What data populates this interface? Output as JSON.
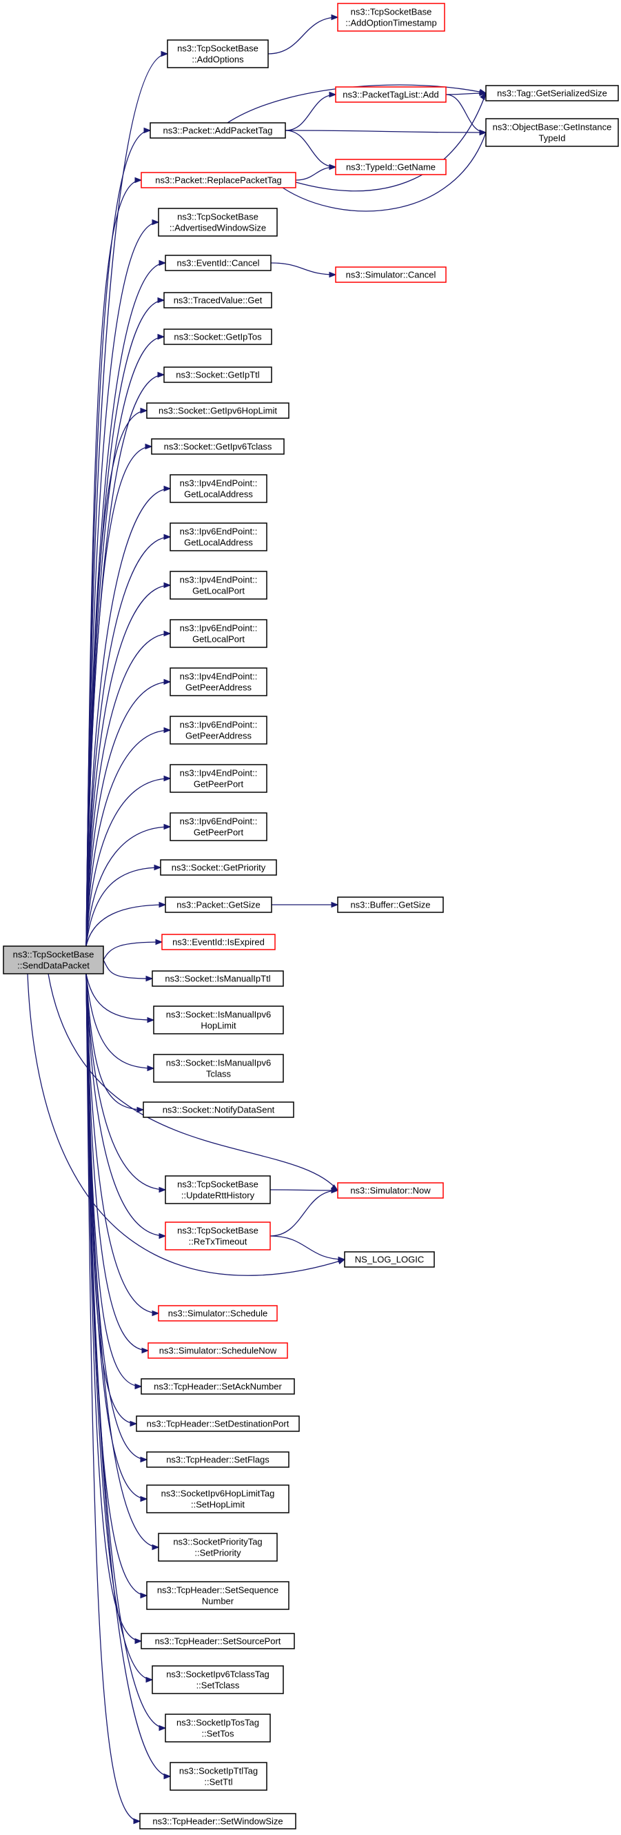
{
  "graph": {
    "root": {
      "id": "root",
      "lines": [
        "ns3::TcpSocketBase",
        "::SendDataPacket"
      ],
      "style": "root"
    },
    "nodes": [
      {
        "id": "AddOptions",
        "lines": [
          "ns3::TcpSocketBase",
          "::AddOptions"
        ],
        "style": "black"
      },
      {
        "id": "AddOptionTimestamp",
        "lines": [
          "ns3::TcpSocketBase",
          "::AddOptionTimestamp"
        ],
        "style": "red"
      },
      {
        "id": "AddPacketTag",
        "lines": [
          "ns3::Packet::AddPacketTag"
        ],
        "style": "black"
      },
      {
        "id": "PacketTagListAdd",
        "lines": [
          "ns3::PacketTagList::Add"
        ],
        "style": "red"
      },
      {
        "id": "TagGetSerializedSize",
        "lines": [
          "ns3::Tag::GetSerializedSize"
        ],
        "style": "black"
      },
      {
        "id": "ObjectBaseGetInstanceTypeId",
        "lines": [
          "ns3::ObjectBase::GetInstance",
          "TypeId"
        ],
        "style": "black"
      },
      {
        "id": "TypeIdGetName",
        "lines": [
          "ns3::TypeId::GetName"
        ],
        "style": "red"
      },
      {
        "id": "ReplacePacketTag",
        "lines": [
          "ns3::Packet::ReplacePacketTag"
        ],
        "style": "red"
      },
      {
        "id": "AdvertisedWindowSize",
        "lines": [
          "ns3::TcpSocketBase",
          "::AdvertisedWindowSize"
        ],
        "style": "black"
      },
      {
        "id": "EventIdCancel",
        "lines": [
          "ns3::EventId::Cancel"
        ],
        "style": "black"
      },
      {
        "id": "SimulatorCancel",
        "lines": [
          "ns3::Simulator::Cancel"
        ],
        "style": "red"
      },
      {
        "id": "TracedValueGet",
        "lines": [
          "ns3::TracedValue::Get"
        ],
        "style": "black"
      },
      {
        "id": "GetIpTos",
        "lines": [
          "ns3::Socket::GetIpTos"
        ],
        "style": "black"
      },
      {
        "id": "GetIpTtl",
        "lines": [
          "ns3::Socket::GetIpTtl"
        ],
        "style": "black"
      },
      {
        "id": "GetIpv6HopLimit",
        "lines": [
          "ns3::Socket::GetIpv6HopLimit"
        ],
        "style": "black"
      },
      {
        "id": "GetIpv6Tclass",
        "lines": [
          "ns3::Socket::GetIpv6Tclass"
        ],
        "style": "black"
      },
      {
        "id": "Ipv4GetLocalAddress",
        "lines": [
          "ns3::Ipv4EndPoint::",
          "GetLocalAddress"
        ],
        "style": "black"
      },
      {
        "id": "Ipv6GetLocalAddress",
        "lines": [
          "ns3::Ipv6EndPoint::",
          "GetLocalAddress"
        ],
        "style": "black"
      },
      {
        "id": "Ipv4GetLocalPort",
        "lines": [
          "ns3::Ipv4EndPoint::",
          "GetLocalPort"
        ],
        "style": "black"
      },
      {
        "id": "Ipv6GetLocalPort",
        "lines": [
          "ns3::Ipv6EndPoint::",
          "GetLocalPort"
        ],
        "style": "black"
      },
      {
        "id": "Ipv4GetPeerAddress",
        "lines": [
          "ns3::Ipv4EndPoint::",
          "GetPeerAddress"
        ],
        "style": "black"
      },
      {
        "id": "Ipv6GetPeerAddress",
        "lines": [
          "ns3::Ipv6EndPoint::",
          "GetPeerAddress"
        ],
        "style": "black"
      },
      {
        "id": "Ipv4GetPeerPort",
        "lines": [
          "ns3::Ipv4EndPoint::",
          "GetPeerPort"
        ],
        "style": "black"
      },
      {
        "id": "Ipv6GetPeerPort",
        "lines": [
          "ns3::Ipv6EndPoint::",
          "GetPeerPort"
        ],
        "style": "black"
      },
      {
        "id": "GetPriority",
        "lines": [
          "ns3::Socket::GetPriority"
        ],
        "style": "black"
      },
      {
        "id": "PacketGetSize",
        "lines": [
          "ns3::Packet::GetSize"
        ],
        "style": "black"
      },
      {
        "id": "BufferGetSize",
        "lines": [
          "ns3::Buffer::GetSize"
        ],
        "style": "black"
      },
      {
        "id": "IsExpired",
        "lines": [
          "ns3::EventId::IsExpired"
        ],
        "style": "red"
      },
      {
        "id": "IsManualIpTtl",
        "lines": [
          "ns3::Socket::IsManualIpTtl"
        ],
        "style": "black"
      },
      {
        "id": "IsManualIpv6HopLimit",
        "lines": [
          "ns3::Socket::IsManualIpv6",
          "HopLimit"
        ],
        "style": "black"
      },
      {
        "id": "IsManualIpv6Tclass",
        "lines": [
          "ns3::Socket::IsManualIpv6",
          "Tclass"
        ],
        "style": "black"
      },
      {
        "id": "NotifyDataSent",
        "lines": [
          "ns3::Socket::NotifyDataSent"
        ],
        "style": "black"
      },
      {
        "id": "UpdateRttHistory",
        "lines": [
          "ns3::TcpSocketBase",
          "::UpdateRttHistory"
        ],
        "style": "black"
      },
      {
        "id": "SimulatorNow",
        "lines": [
          "ns3::Simulator::Now"
        ],
        "style": "red"
      },
      {
        "id": "ReTxTimeout",
        "lines": [
          "ns3::TcpSocketBase",
          "::ReTxTimeout"
        ],
        "style": "red"
      },
      {
        "id": "NSLOGLOGIC",
        "lines": [
          "NS_LOG_LOGIC"
        ],
        "style": "black"
      },
      {
        "id": "SimulatorSchedule",
        "lines": [
          "ns3::Simulator::Schedule"
        ],
        "style": "red"
      },
      {
        "id": "SimulatorScheduleNow",
        "lines": [
          "ns3::Simulator::ScheduleNow"
        ],
        "style": "red"
      },
      {
        "id": "SetAckNumber",
        "lines": [
          "ns3::TcpHeader::SetAckNumber"
        ],
        "style": "black"
      },
      {
        "id": "SetDestinationPort",
        "lines": [
          "ns3::TcpHeader::SetDestinationPort"
        ],
        "style": "black"
      },
      {
        "id": "SetFlags",
        "lines": [
          "ns3::TcpHeader::SetFlags"
        ],
        "style": "black"
      },
      {
        "id": "SetHopLimit",
        "lines": [
          "ns3::SocketIpv6HopLimitTag",
          "::SetHopLimit"
        ],
        "style": "black"
      },
      {
        "id": "SetPriority",
        "lines": [
          "ns3::SocketPriorityTag",
          "::SetPriority"
        ],
        "style": "black"
      },
      {
        "id": "SetSequenceNumber",
        "lines": [
          "ns3::TcpHeader::SetSequence",
          "Number"
        ],
        "style": "black"
      },
      {
        "id": "SetSourcePort",
        "lines": [
          "ns3::TcpHeader::SetSourcePort"
        ],
        "style": "black"
      },
      {
        "id": "SetTclass",
        "lines": [
          "ns3::SocketIpv6TclassTag",
          "::SetTclass"
        ],
        "style": "black"
      },
      {
        "id": "SetTos",
        "lines": [
          "ns3::SocketIpTosTag",
          "::SetTos"
        ],
        "style": "black"
      },
      {
        "id": "SetTtl",
        "lines": [
          "ns3::SocketIpTtlTag",
          "::SetTtl"
        ],
        "style": "black"
      },
      {
        "id": "SetWindowSize",
        "lines": [
          "ns3::TcpHeader::SetWindowSize"
        ],
        "style": "black"
      }
    ],
    "edges": [
      [
        "root",
        "AddOptions"
      ],
      [
        "AddOptions",
        "AddOptionTimestamp"
      ],
      [
        "root",
        "AddPacketTag"
      ],
      [
        "AddPacketTag",
        "PacketTagListAdd"
      ],
      [
        "AddPacketTag",
        "TagGetSerializedSize"
      ],
      [
        "AddPacketTag",
        "ObjectBaseGetInstanceTypeId"
      ],
      [
        "AddPacketTag",
        "TypeIdGetName"
      ],
      [
        "PacketTagListAdd",
        "TagGetSerializedSize"
      ],
      [
        "PacketTagListAdd",
        "ObjectBaseGetInstanceTypeId"
      ],
      [
        "root",
        "ReplacePacketTag"
      ],
      [
        "ReplacePacketTag",
        "TypeIdGetName"
      ],
      [
        "ReplacePacketTag",
        "TagGetSerializedSize"
      ],
      [
        "ReplacePacketTag",
        "ObjectBaseGetInstanceTypeId"
      ],
      [
        "root",
        "AdvertisedWindowSize"
      ],
      [
        "root",
        "EventIdCancel"
      ],
      [
        "EventIdCancel",
        "SimulatorCancel"
      ],
      [
        "root",
        "TracedValueGet"
      ],
      [
        "root",
        "GetIpTos"
      ],
      [
        "root",
        "GetIpTtl"
      ],
      [
        "root",
        "GetIpv6HopLimit"
      ],
      [
        "root",
        "GetIpv6Tclass"
      ],
      [
        "root",
        "Ipv4GetLocalAddress"
      ],
      [
        "root",
        "Ipv6GetLocalAddress"
      ],
      [
        "root",
        "Ipv4GetLocalPort"
      ],
      [
        "root",
        "Ipv6GetLocalPort"
      ],
      [
        "root",
        "Ipv4GetPeerAddress"
      ],
      [
        "root",
        "Ipv6GetPeerAddress"
      ],
      [
        "root",
        "Ipv4GetPeerPort"
      ],
      [
        "root",
        "Ipv6GetPeerPort"
      ],
      [
        "root",
        "GetPriority"
      ],
      [
        "root",
        "PacketGetSize"
      ],
      [
        "PacketGetSize",
        "BufferGetSize"
      ],
      [
        "root",
        "IsExpired"
      ],
      [
        "root",
        "IsManualIpTtl"
      ],
      [
        "root",
        "IsManualIpv6HopLimit"
      ],
      [
        "root",
        "IsManualIpv6Tclass"
      ],
      [
        "root",
        "NotifyDataSent"
      ],
      [
        "root",
        "SimulatorNow"
      ],
      [
        "root",
        "UpdateRttHistory"
      ],
      [
        "UpdateRttHistory",
        "SimulatorNow"
      ],
      [
        "root",
        "ReTxTimeout"
      ],
      [
        "ReTxTimeout",
        "SimulatorNow"
      ],
      [
        "ReTxTimeout",
        "NSLOGLOGIC"
      ],
      [
        "root",
        "NSLOGLOGIC"
      ],
      [
        "root",
        "SimulatorSchedule"
      ],
      [
        "root",
        "SimulatorScheduleNow"
      ],
      [
        "root",
        "SetAckNumber"
      ],
      [
        "root",
        "SetDestinationPort"
      ],
      [
        "root",
        "SetFlags"
      ],
      [
        "root",
        "SetHopLimit"
      ],
      [
        "root",
        "SetPriority"
      ],
      [
        "root",
        "SetSequenceNumber"
      ],
      [
        "root",
        "SetSourcePort"
      ],
      [
        "root",
        "SetTclass"
      ],
      [
        "root",
        "SetTos"
      ],
      [
        "root",
        "SetTtl"
      ],
      [
        "root",
        "SetWindowSize"
      ]
    ]
  },
  "colors": {
    "edge": "#191970",
    "root_fill": "#bfbfbf",
    "border_black": "#000000",
    "border_red": "#ff0000",
    "background": "#ffffff"
  }
}
